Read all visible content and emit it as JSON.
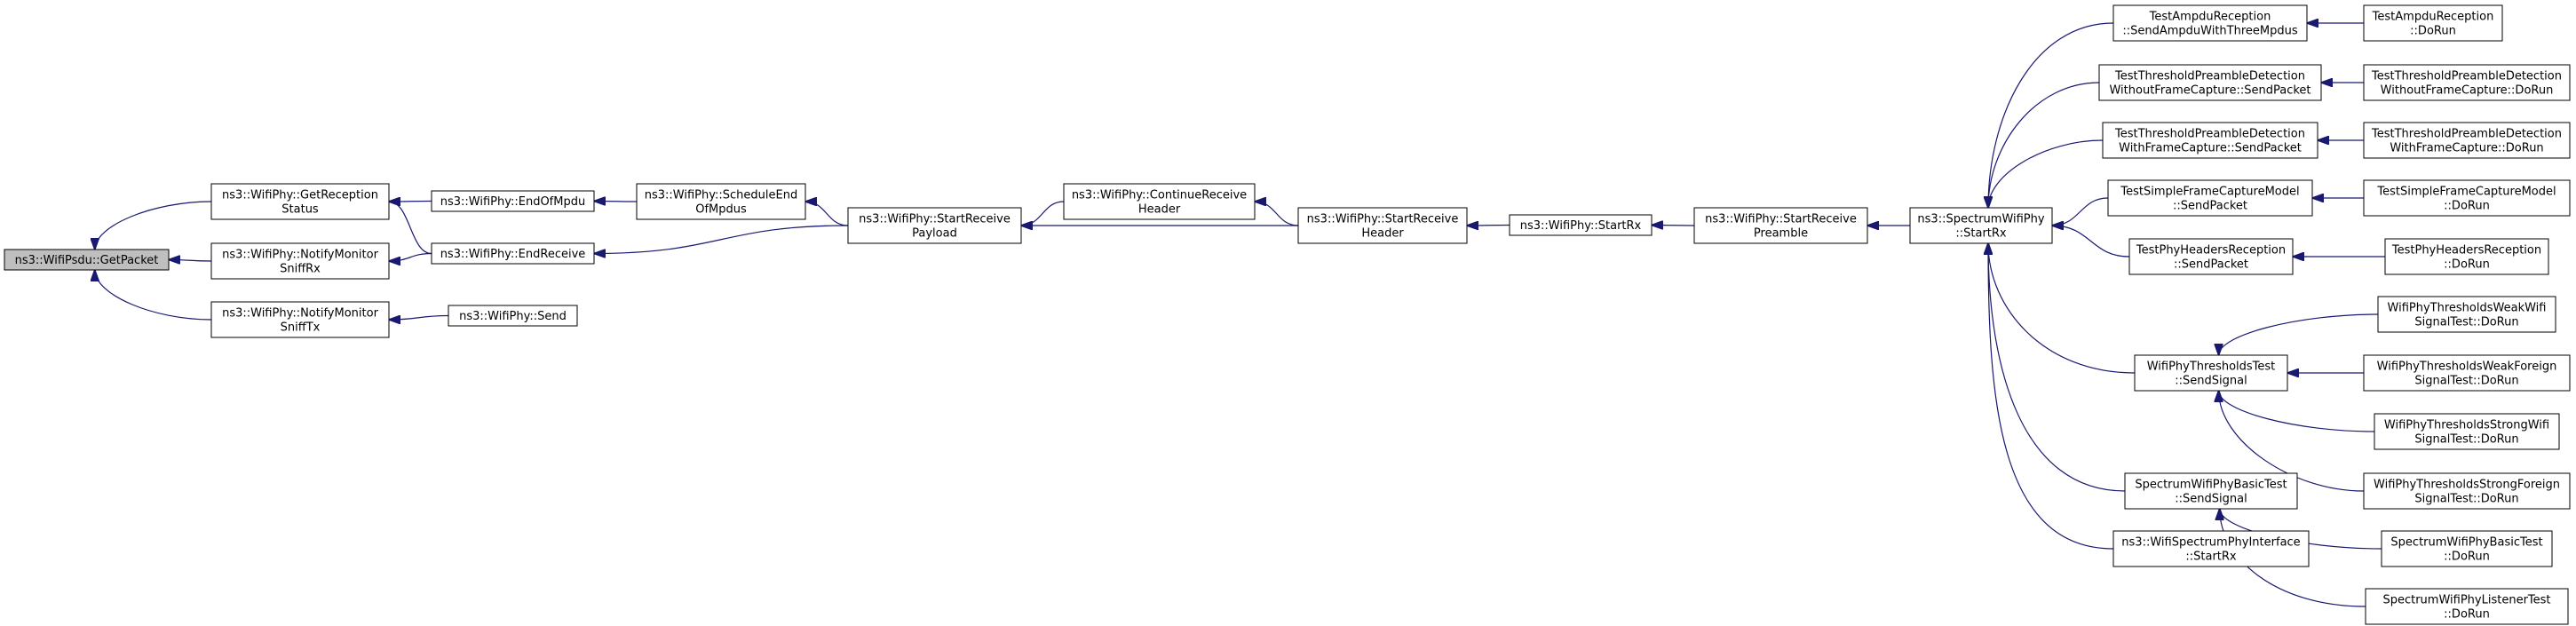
{
  "diagram": {
    "edge_color": "#191970",
    "root_fill": "#bfbfbf",
    "nodes": [
      {
        "id": "psdu_getpacket",
        "lines": [
          "ns3::WifiPsdu::GetPacket"
        ],
        "root": true
      },
      {
        "id": "getreception",
        "lines": [
          "ns3::WifiPhy::GetReception",
          "Status"
        ]
      },
      {
        "id": "notifysniffrx",
        "lines": [
          "ns3::WifiPhy::NotifyMonitor",
          "SniffRx"
        ]
      },
      {
        "id": "notifysnifftx",
        "lines": [
          "ns3::WifiPhy::NotifyMonitor",
          "SniffTx"
        ]
      },
      {
        "id": "endofmpdu",
        "lines": [
          "ns3::WifiPhy::EndOfMpdu"
        ]
      },
      {
        "id": "endreceive",
        "lines": [
          "ns3::WifiPhy::EndReceive"
        ]
      },
      {
        "id": "send",
        "lines": [
          "ns3::WifiPhy::Send"
        ]
      },
      {
        "id": "scheduleend",
        "lines": [
          "ns3::WifiPhy::ScheduleEnd",
          "OfMpdus"
        ]
      },
      {
        "id": "startrecvpayload",
        "lines": [
          "ns3::WifiPhy::StartReceive",
          "Payload"
        ]
      },
      {
        "id": "continuerecvheader",
        "lines": [
          "ns3::WifiPhy::ContinueReceive",
          "Header"
        ]
      },
      {
        "id": "startrecvheader",
        "lines": [
          "ns3::WifiPhy::StartReceive",
          "Header"
        ]
      },
      {
        "id": "startrx",
        "lines": [
          "ns3::WifiPhy::StartRx"
        ]
      },
      {
        "id": "startrecvpreamble",
        "lines": [
          "ns3::WifiPhy::StartReceive",
          "Preamble"
        ]
      },
      {
        "id": "spectrumstartrx",
        "lines": [
          "ns3::SpectrumWifiPhy",
          "::StartRx"
        ]
      },
      {
        "id": "ampdu_send",
        "lines": [
          "TestAmpduReception",
          "::SendAmpduWithThreeMpdus"
        ]
      },
      {
        "id": "thr_wo_send",
        "lines": [
          "TestThresholdPreambleDetection",
          "WithoutFrameCapture::SendPacket"
        ]
      },
      {
        "id": "thr_w_send",
        "lines": [
          "TestThresholdPreambleDetection",
          "WithFrameCapture::SendPacket"
        ]
      },
      {
        "id": "sfc_send",
        "lines": [
          "TestSimpleFrameCaptureModel",
          "::SendPacket"
        ]
      },
      {
        "id": "phyhdr_send",
        "lines": [
          "TestPhyHeadersReception",
          "::SendPacket"
        ]
      },
      {
        "id": "thrtest_send",
        "lines": [
          "WifiPhyThresholdsTest",
          "::SendSignal"
        ]
      },
      {
        "id": "basic_send",
        "lines": [
          "SpectrumWifiPhyBasicTest",
          "::SendSignal"
        ]
      },
      {
        "id": "iface_startrx",
        "lines": [
          "ns3::WifiSpectrumPhyInterface",
          "::StartRx"
        ]
      },
      {
        "id": "ampdu_dorun",
        "lines": [
          "TestAmpduReception",
          "::DoRun"
        ]
      },
      {
        "id": "thr_wo_dorun",
        "lines": [
          "TestThresholdPreambleDetection",
          "WithoutFrameCapture::DoRun"
        ]
      },
      {
        "id": "thr_w_dorun",
        "lines": [
          "TestThresholdPreambleDetection",
          "WithFrameCapture::DoRun"
        ]
      },
      {
        "id": "sfc_dorun",
        "lines": [
          "TestSimpleFrameCaptureModel",
          "::DoRun"
        ]
      },
      {
        "id": "phyhdr_dorun",
        "lines": [
          "TestPhyHeadersReception",
          "::DoRun"
        ]
      },
      {
        "id": "weakwifi_dorun",
        "lines": [
          "WifiPhyThresholdsWeakWifi",
          "SignalTest::DoRun"
        ]
      },
      {
        "id": "weakforeign_dorun",
        "lines": [
          "WifiPhyThresholdsWeakForeign",
          "SignalTest::DoRun"
        ]
      },
      {
        "id": "strongwifi_dorun",
        "lines": [
          "WifiPhyThresholdsStrongWifi",
          "SignalTest::DoRun"
        ]
      },
      {
        "id": "strongforeign_dorun",
        "lines": [
          "WifiPhyThresholdsStrongForeign",
          "SignalTest::DoRun"
        ]
      },
      {
        "id": "basic_dorun",
        "lines": [
          "SpectrumWifiPhyBasicTest",
          "::DoRun"
        ]
      },
      {
        "id": "listener_dorun",
        "lines": [
          "SpectrumWifiPhyListenerTest",
          "::DoRun"
        ]
      }
    ],
    "edges": [
      {
        "from": "getreception",
        "to": "psdu_getpacket"
      },
      {
        "from": "notifysniffrx",
        "to": "psdu_getpacket"
      },
      {
        "from": "notifysnifftx",
        "to": "psdu_getpacket"
      },
      {
        "from": "endofmpdu",
        "to": "getreception"
      },
      {
        "from": "endreceive",
        "to": "getreception"
      },
      {
        "from": "endreceive",
        "to": "notifysniffrx"
      },
      {
        "from": "send",
        "to": "notifysnifftx"
      },
      {
        "from": "scheduleend",
        "to": "endofmpdu"
      },
      {
        "from": "startrecvpayload",
        "to": "scheduleend"
      },
      {
        "from": "startrecvpayload",
        "to": "endreceive"
      },
      {
        "from": "continuerecvheader",
        "to": "startrecvpayload"
      },
      {
        "from": "startrecvheader",
        "to": "startrecvpayload"
      },
      {
        "from": "startrecvheader",
        "to": "continuerecvheader"
      },
      {
        "from": "startrx",
        "to": "startrecvheader"
      },
      {
        "from": "startrecvpreamble",
        "to": "startrx"
      },
      {
        "from": "spectrumstartrx",
        "to": "startrecvpreamble"
      },
      {
        "from": "ampdu_send",
        "to": "spectrumstartrx"
      },
      {
        "from": "thr_wo_send",
        "to": "spectrumstartrx"
      },
      {
        "from": "thr_w_send",
        "to": "spectrumstartrx"
      },
      {
        "from": "sfc_send",
        "to": "spectrumstartrx"
      },
      {
        "from": "phyhdr_send",
        "to": "spectrumstartrx"
      },
      {
        "from": "thrtest_send",
        "to": "spectrumstartrx"
      },
      {
        "from": "basic_send",
        "to": "spectrumstartrx"
      },
      {
        "from": "iface_startrx",
        "to": "spectrumstartrx"
      },
      {
        "from": "ampdu_dorun",
        "to": "ampdu_send"
      },
      {
        "from": "thr_wo_dorun",
        "to": "thr_wo_send"
      },
      {
        "from": "thr_w_dorun",
        "to": "thr_w_send"
      },
      {
        "from": "sfc_dorun",
        "to": "sfc_send"
      },
      {
        "from": "phyhdr_dorun",
        "to": "phyhdr_send"
      },
      {
        "from": "weakwifi_dorun",
        "to": "thrtest_send"
      },
      {
        "from": "weakforeign_dorun",
        "to": "thrtest_send"
      },
      {
        "from": "strongwifi_dorun",
        "to": "thrtest_send"
      },
      {
        "from": "strongforeign_dorun",
        "to": "thrtest_send"
      },
      {
        "from": "basic_dorun",
        "to": "basic_send"
      },
      {
        "from": "listener_dorun",
        "to": "basic_send"
      }
    ]
  }
}
